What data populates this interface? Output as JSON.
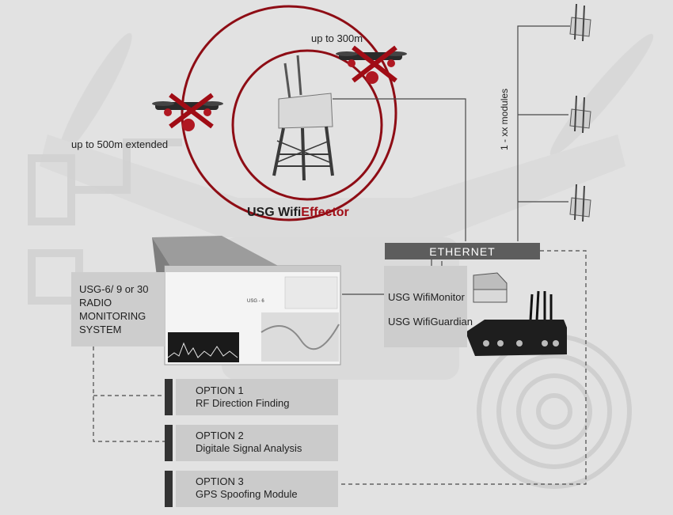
{
  "range": {
    "primary": "up to 300m",
    "extended": "up to 500m extended"
  },
  "effector": {
    "prefix": "USG Wifi",
    "suffix": "Effector"
  },
  "modules_label": "1 - xx modules",
  "ethernet_label": "ETHERNET",
  "radio_system": {
    "lines": [
      "USG-6/ 9 or 30",
      "RADIO",
      "MONITORING",
      "SYSTEM"
    ],
    "device_label": "USG - 6"
  },
  "wifi_monitor": {
    "prefix": "USG Wifi",
    "suffix": "Monitor"
  },
  "wifi_guardian": {
    "prefix": "USG Wifi",
    "suffix": "Guardian"
  },
  "options": [
    {
      "title": "OPTION 1",
      "desc": "RF Direction Finding"
    },
    {
      "title": "OPTION 2",
      "desc": "Digitale Signal Analysis"
    },
    {
      "title": "OPTION 3",
      "desc": "GPS Spoofing Module"
    }
  ],
  "colors": {
    "accent_red": "#a00c15",
    "ring_red": "#8e0d15",
    "ethernet_bar": "#5d5d5d",
    "panel_gray": "#cdcdcd"
  }
}
